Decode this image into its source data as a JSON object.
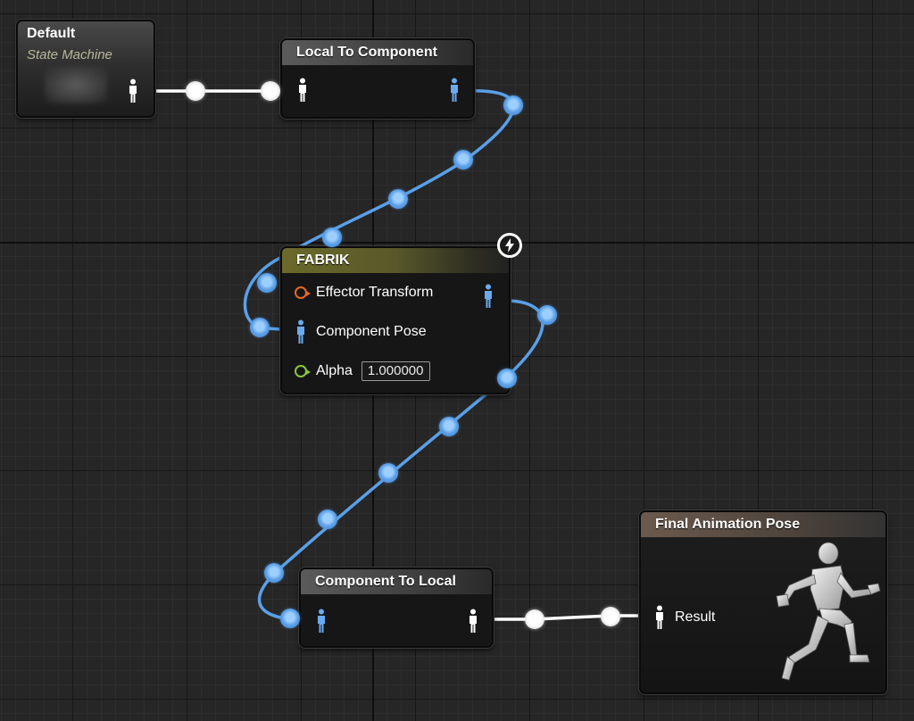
{
  "nodes": {
    "default": {
      "title": "Default",
      "subtitle": "State Machine"
    },
    "local_to_component": {
      "title": "Local To Component"
    },
    "fabrik": {
      "title": "FABRIK",
      "pins": {
        "effector_transform": "Effector Transform",
        "component_pose": "Component Pose",
        "alpha": "Alpha",
        "alpha_value": "1.000000"
      }
    },
    "component_to_local": {
      "title": "Component To Local"
    },
    "final_pose": {
      "title": "Final Animation Pose",
      "result_label": "Result"
    }
  },
  "colors": {
    "pose_wire": "#ffffff",
    "component_wire": "#5aa0e8",
    "transform_pin": "#e46a1e",
    "float_pin": "#8ac63a",
    "fabrik_header": "#6b6a2a",
    "final_header": "#6b5a4d",
    "default_header": "#5b5b5b"
  },
  "icons": {
    "pose_pin": "person-icon",
    "hot_reload_badge": "lightning-icon",
    "preview": "running-mannequin-icon"
  }
}
